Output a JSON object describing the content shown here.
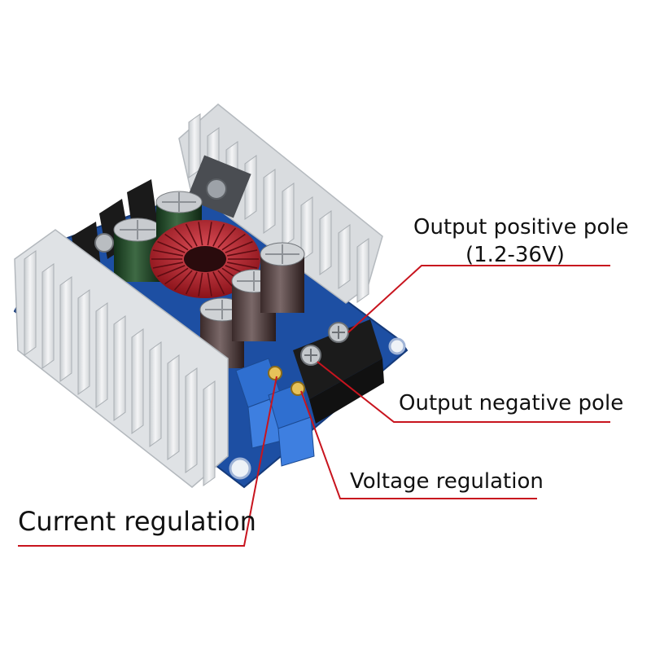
{
  "labels": {
    "output_positive": "Output positive pole",
    "output_positive_range": "(1.2-36V)",
    "output_negative": "Output negative pole",
    "voltage_regulation": "Voltage regulation",
    "current_regulation": "Current regulation"
  },
  "colors": {
    "callout_line": "#c8141e",
    "pcb": "#1d4fa3",
    "heatsink": "#e6e8ea",
    "inductor_wire": "#b3202a",
    "potentiometer": "#2f6fd0",
    "terminal_block": "#1b1b1b"
  }
}
